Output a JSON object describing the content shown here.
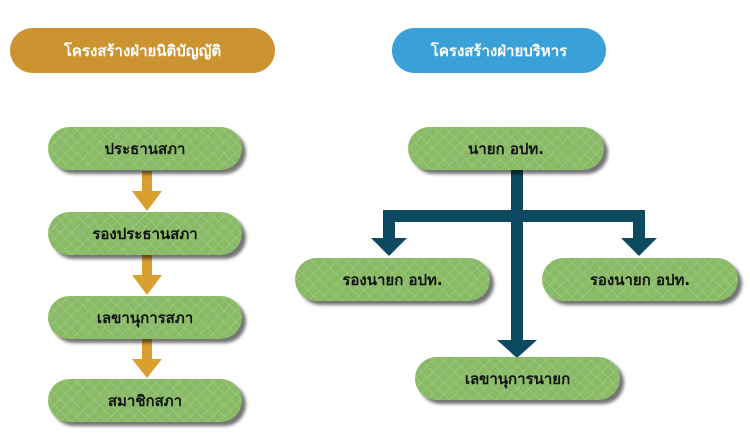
{
  "headers": {
    "legislative": "โครงสร้างฝ่ายนิติบัญญัติ",
    "executive": "โครงสร้างฝ่ายบริหาร"
  },
  "legislative_nodes": [
    "ประธานสภา",
    "รองประธานสภา",
    "เลขานุการสภา",
    "สมาชิกสภา"
  ],
  "executive_nodes": {
    "top": "นายก อปท.",
    "deputy_left": "รองนายก อปท.",
    "deputy_right": "รองนายก อปท.",
    "secretary": "เลขานุการนายก"
  },
  "colors": {
    "legislative_header": "#cc9430",
    "executive_header": "#3aa0d8",
    "node": "#89bb67",
    "legislative_arrow": "#d9a030",
    "executive_arrow": "#0d4a60"
  }
}
